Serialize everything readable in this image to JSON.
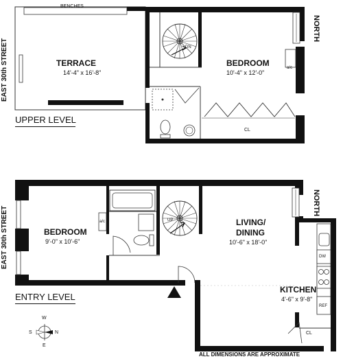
{
  "upper_level": {
    "label": "UPPER LEVEL",
    "street": "EAST 30th STREET",
    "north": "NORTH",
    "benches": "BENCHES",
    "terrace": {
      "name": "TERRACE",
      "dims": "14'-4\" x 16'-8\""
    },
    "bedroom": {
      "name": "BEDROOM",
      "dims": "10'-4\" x 12'-0\""
    },
    "stair_label": "DN",
    "ac_label": "a/c",
    "closet_label": "CL"
  },
  "entry_level": {
    "label": "ENTRY LEVEL",
    "street": "EAST 30th STREET",
    "north": "NORTH",
    "bedroom": {
      "name": "BEDROOM",
      "dims": "9'-0\" x 10'-6\""
    },
    "living": {
      "name_line1": "LIVING/",
      "name_line2": "DINING",
      "dims": "10'-6\" x 18'-0\""
    },
    "kitchen": {
      "name": "KITCHEN",
      "dims": "4'-6\" x 9'-8\""
    },
    "stair_label": "UP",
    "ac_label": "a/c",
    "dishwasher_label": "DW",
    "fridge_label": "REF",
    "closet_label": "CL"
  },
  "compass": {
    "n": "N",
    "s": "S",
    "e": "E",
    "w": "W"
  },
  "note": "ALL DIMENSIONS ARE APPROXIMATE"
}
